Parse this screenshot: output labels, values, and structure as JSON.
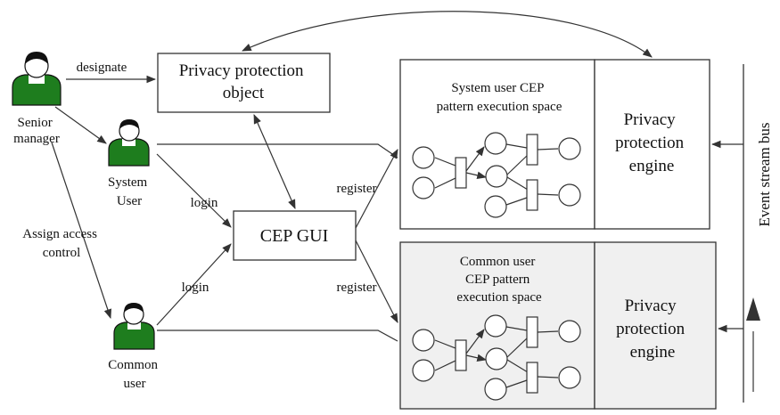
{
  "actors": {
    "senior": [
      "Senior",
      "manager"
    ],
    "system": [
      "System",
      "User"
    ],
    "common": [
      "Common",
      "user"
    ]
  },
  "boxes": {
    "privacy_object": [
      "Privacy protection",
      "object"
    ],
    "cep_gui": "CEP GUI",
    "system_space": [
      "System user CEP",
      "pattern execution space"
    ],
    "common_space": [
      "Common user",
      "CEP pattern",
      "execution space"
    ],
    "engine": [
      "Privacy",
      "protection",
      "engine"
    ]
  },
  "edges": {
    "designate": "designate",
    "login": "login",
    "register": "register",
    "assign": [
      "Assign access",
      "control"
    ]
  },
  "bus": "Event stream bus",
  "colors": {
    "actor_fill": "#1e7d1e",
    "stroke": "#333333",
    "node_fill": "#ffffff",
    "common_fill": "#f0f0f0",
    "bar_fill": "#ffffff"
  }
}
